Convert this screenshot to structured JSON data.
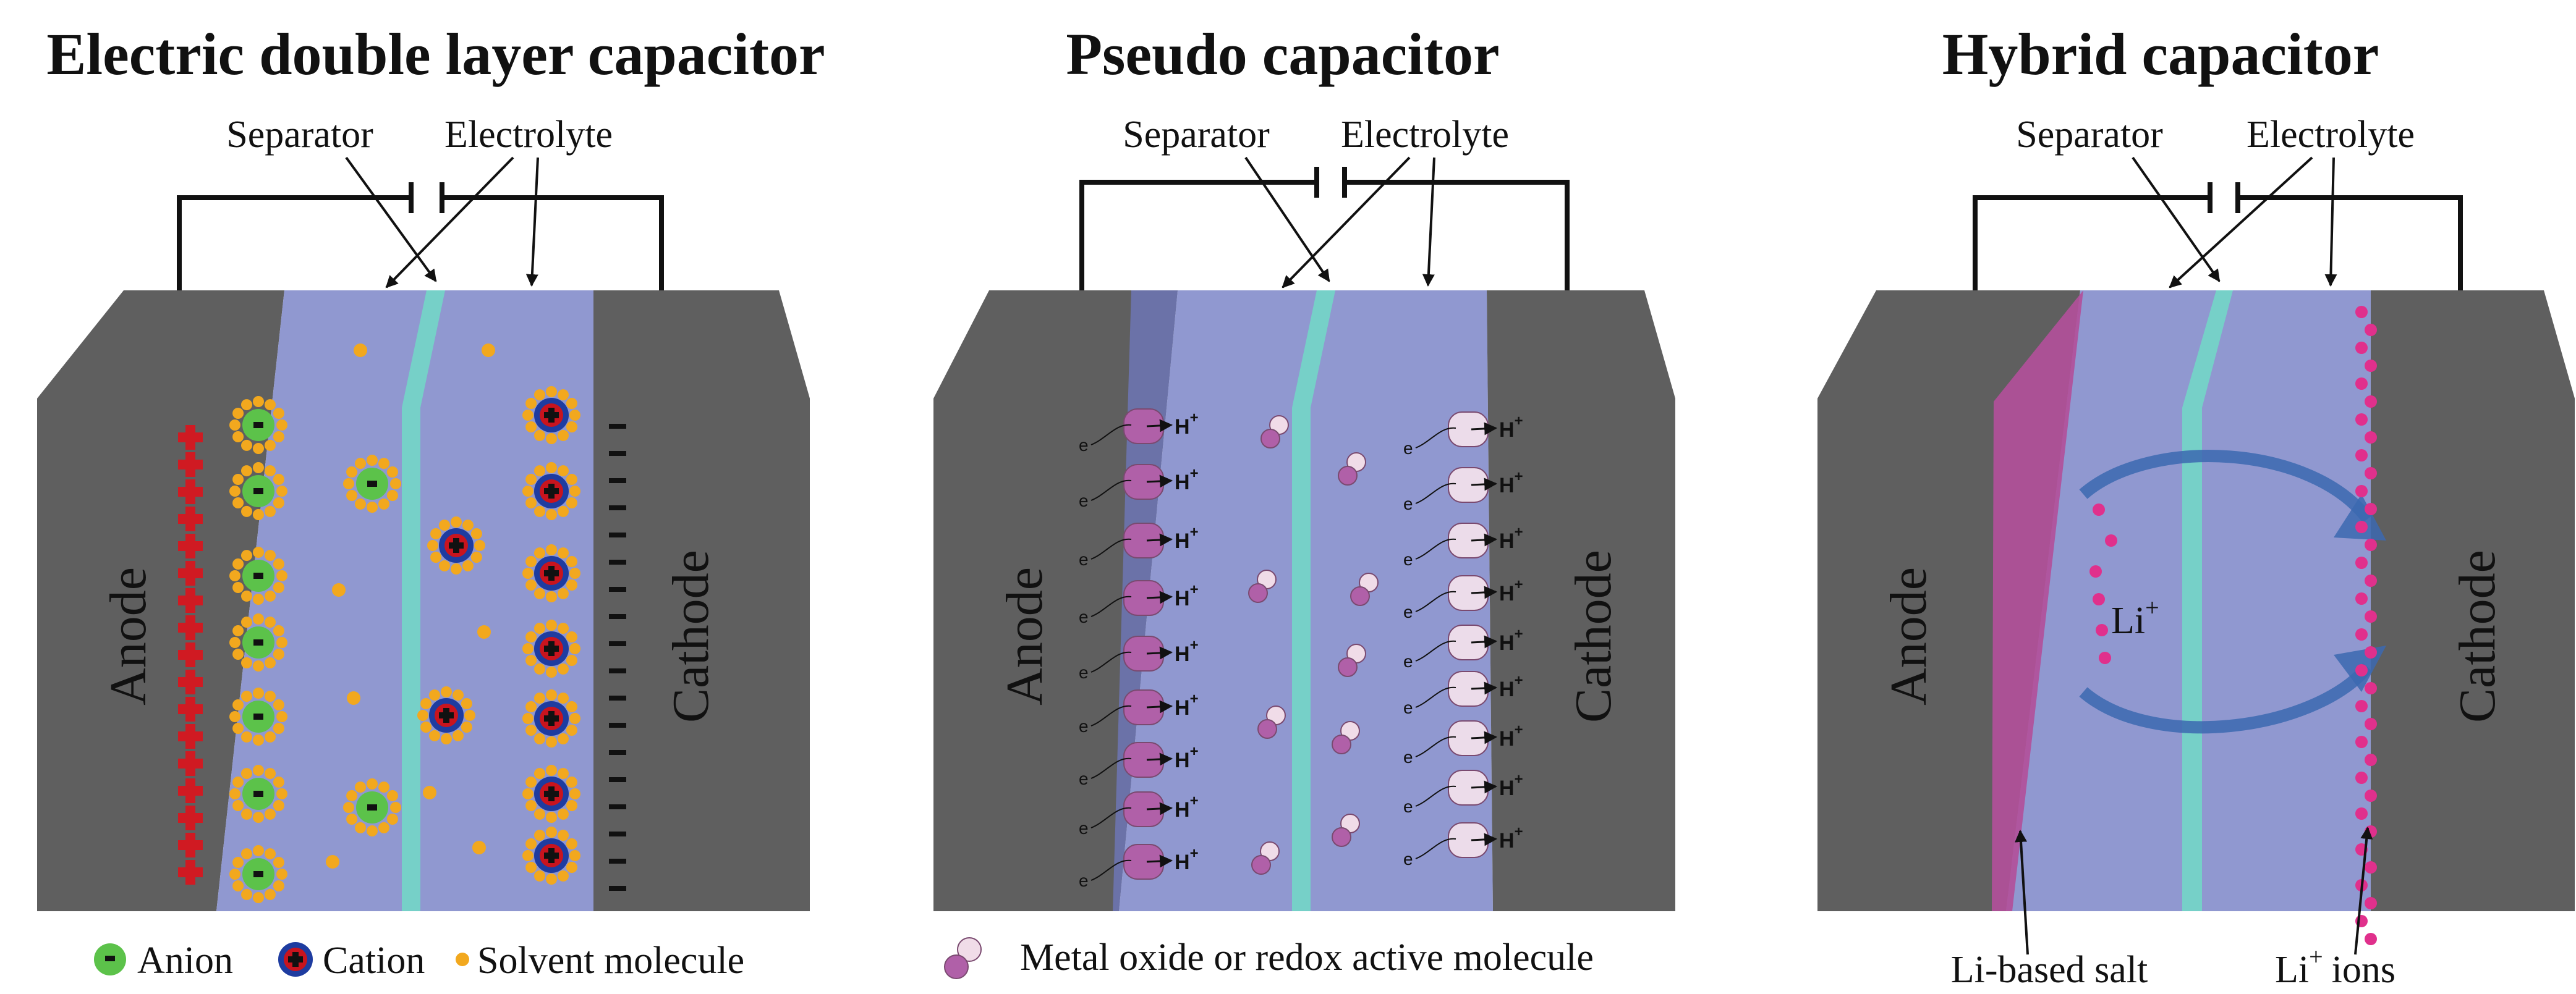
{
  "panels": {
    "edlc": {
      "title": "Electric double layer capacitor",
      "separator": "Separator",
      "electrolyte": "Electrolyte",
      "anode": "Anode",
      "cathode": "Cathode"
    },
    "pseudo": {
      "title": "Pseudo capacitor",
      "separator": "Separator",
      "electrolyte": "Electrolyte",
      "anode": "Anode",
      "cathode": "Cathode",
      "proton": "H",
      "proton_charge": "+",
      "electron": "e"
    },
    "hybrid": {
      "title": "Hybrid capacitor",
      "separator": "Separator",
      "electrolyte": "Electrolyte",
      "anode": "Anode",
      "cathode": "Cathode",
      "li": "Li",
      "li_charge": "+",
      "salt": "Li-based salt",
      "ions_prefix": "Li",
      "ions_charge": "+",
      "ions_suffix": "ions"
    }
  },
  "legend": {
    "anion": "Anion",
    "cation": "Cation",
    "solvent": "Solvent molecule",
    "metal_oxide": "Metal oxide or redox active molecule"
  },
  "colors": {
    "electrode": "#5f5f5f",
    "electrolyte": "#9098d0",
    "separator": "#76d0c8",
    "anion": "#5cc24a",
    "cation": "#c8141e",
    "solvent": "#f2a81e",
    "redox": "#b060a8",
    "li": "#e0308c",
    "arrow": "#3c68b0"
  }
}
